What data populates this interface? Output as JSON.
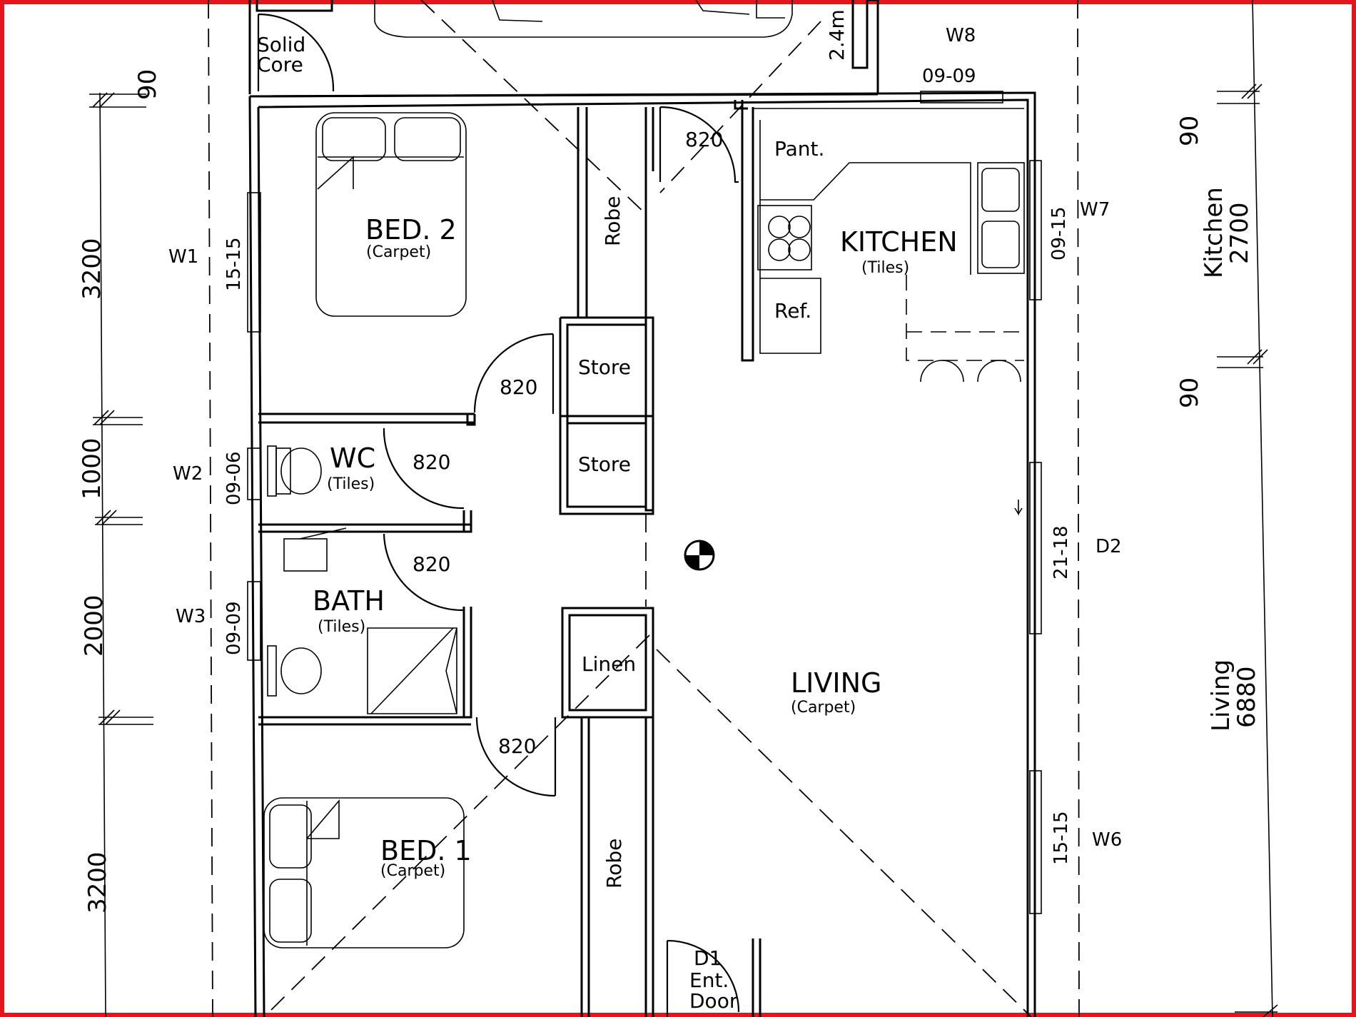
{
  "rooms": {
    "bed2": {
      "name": "BED. 2",
      "floor": "(Carpet)"
    },
    "bed1": {
      "name": "BED. 1",
      "floor": "(Carpet)"
    },
    "wc": {
      "name": "WC",
      "floor": "(Tiles)"
    },
    "bath": {
      "name": "BATH",
      "floor": "(Tiles)"
    },
    "kitchen": {
      "name": "KITCHEN",
      "floor": "(Tiles)"
    },
    "living": {
      "name": "LIVING",
      "floor": "(Carpet)"
    }
  },
  "fixtures": {
    "robe_top": "Robe",
    "robe_bottom": "Robe",
    "store_1": "Store",
    "store_2": "Store",
    "linen": "Linen",
    "pantry": "Pant.",
    "fridge": "Ref.",
    "solid_core_1": "Solid",
    "solid_core_2": "Core",
    "entry_door_1": "D1",
    "entry_door_2": "Ent.",
    "entry_door_3": "Door",
    "garage_height": "2.4m"
  },
  "doors": {
    "kitchen_entry": "820",
    "bed2": "820",
    "wc": "820",
    "bath": "820",
    "bed1": "820"
  },
  "windows": {
    "w1": {
      "id": "W1",
      "size": "15-15"
    },
    "w2": {
      "id": "W2",
      "size": "09-06"
    },
    "w3": {
      "id": "W3",
      "size": "09-09"
    },
    "w6": {
      "id": "W6",
      "size": "15-15"
    },
    "w7": {
      "id": "W7",
      "size": "09-15"
    },
    "w8": {
      "id": "W8",
      "size": "09-09"
    },
    "d2": {
      "id": "D2",
      "size": "21-18"
    }
  },
  "dimensions_left": {
    "top_wall": "90",
    "bed2": "3200",
    "wc": "1000",
    "bath": "2000",
    "bed1": "3200"
  },
  "dimensions_right": {
    "top_wall": "90",
    "kitchen_label": "Kitchen",
    "kitchen_value": "2700",
    "mid_wall": "90",
    "living_label": "Living",
    "living_value": "6880"
  },
  "colors": {
    "frame": "#e8141b",
    "line": "#000000"
  }
}
